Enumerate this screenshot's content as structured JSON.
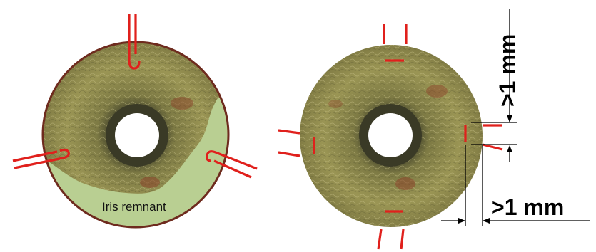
{
  "left_iris": {
    "remnant_label": "Iris remnant"
  },
  "right_iris": {
    "dim_vertical_label": ">1 mm",
    "dim_horizontal_label": ">1 mm"
  },
  "colors": {
    "iris_base": "#8f8a4c",
    "iris_rim": "#6e2b1e",
    "remnant_fill": "#b9cf92",
    "suture": "#e0201c",
    "pupil": "#ffffff"
  }
}
